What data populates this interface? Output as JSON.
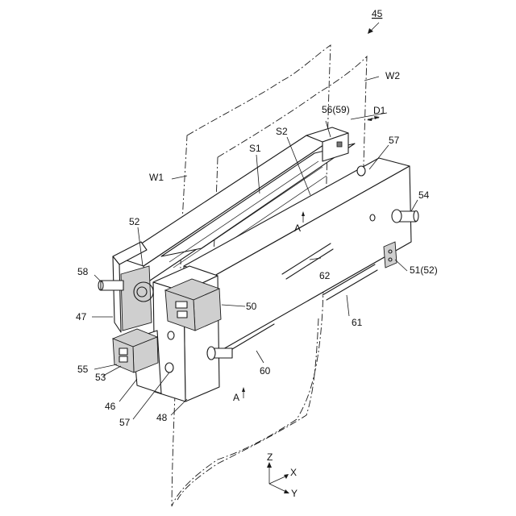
{
  "figure_number": "45",
  "labels": {
    "W1": "W1",
    "W2": "W2",
    "S1": "S1",
    "S2": "S2",
    "D1": "D1",
    "A_top": "A",
    "A_bottom": "A",
    "n56": "56(59)",
    "n57_top": "57",
    "n57_bottom": "57",
    "n54": "54",
    "n51": "51(52)",
    "n52": "52",
    "n58": "58",
    "n47": "47",
    "n50": "50",
    "n62": "62",
    "n61": "61",
    "n55": "55",
    "n53": "53",
    "n60": "60",
    "n46": "46",
    "n48": "48"
  },
  "axes": {
    "z": "Z",
    "x": "X",
    "y": "Y"
  }
}
